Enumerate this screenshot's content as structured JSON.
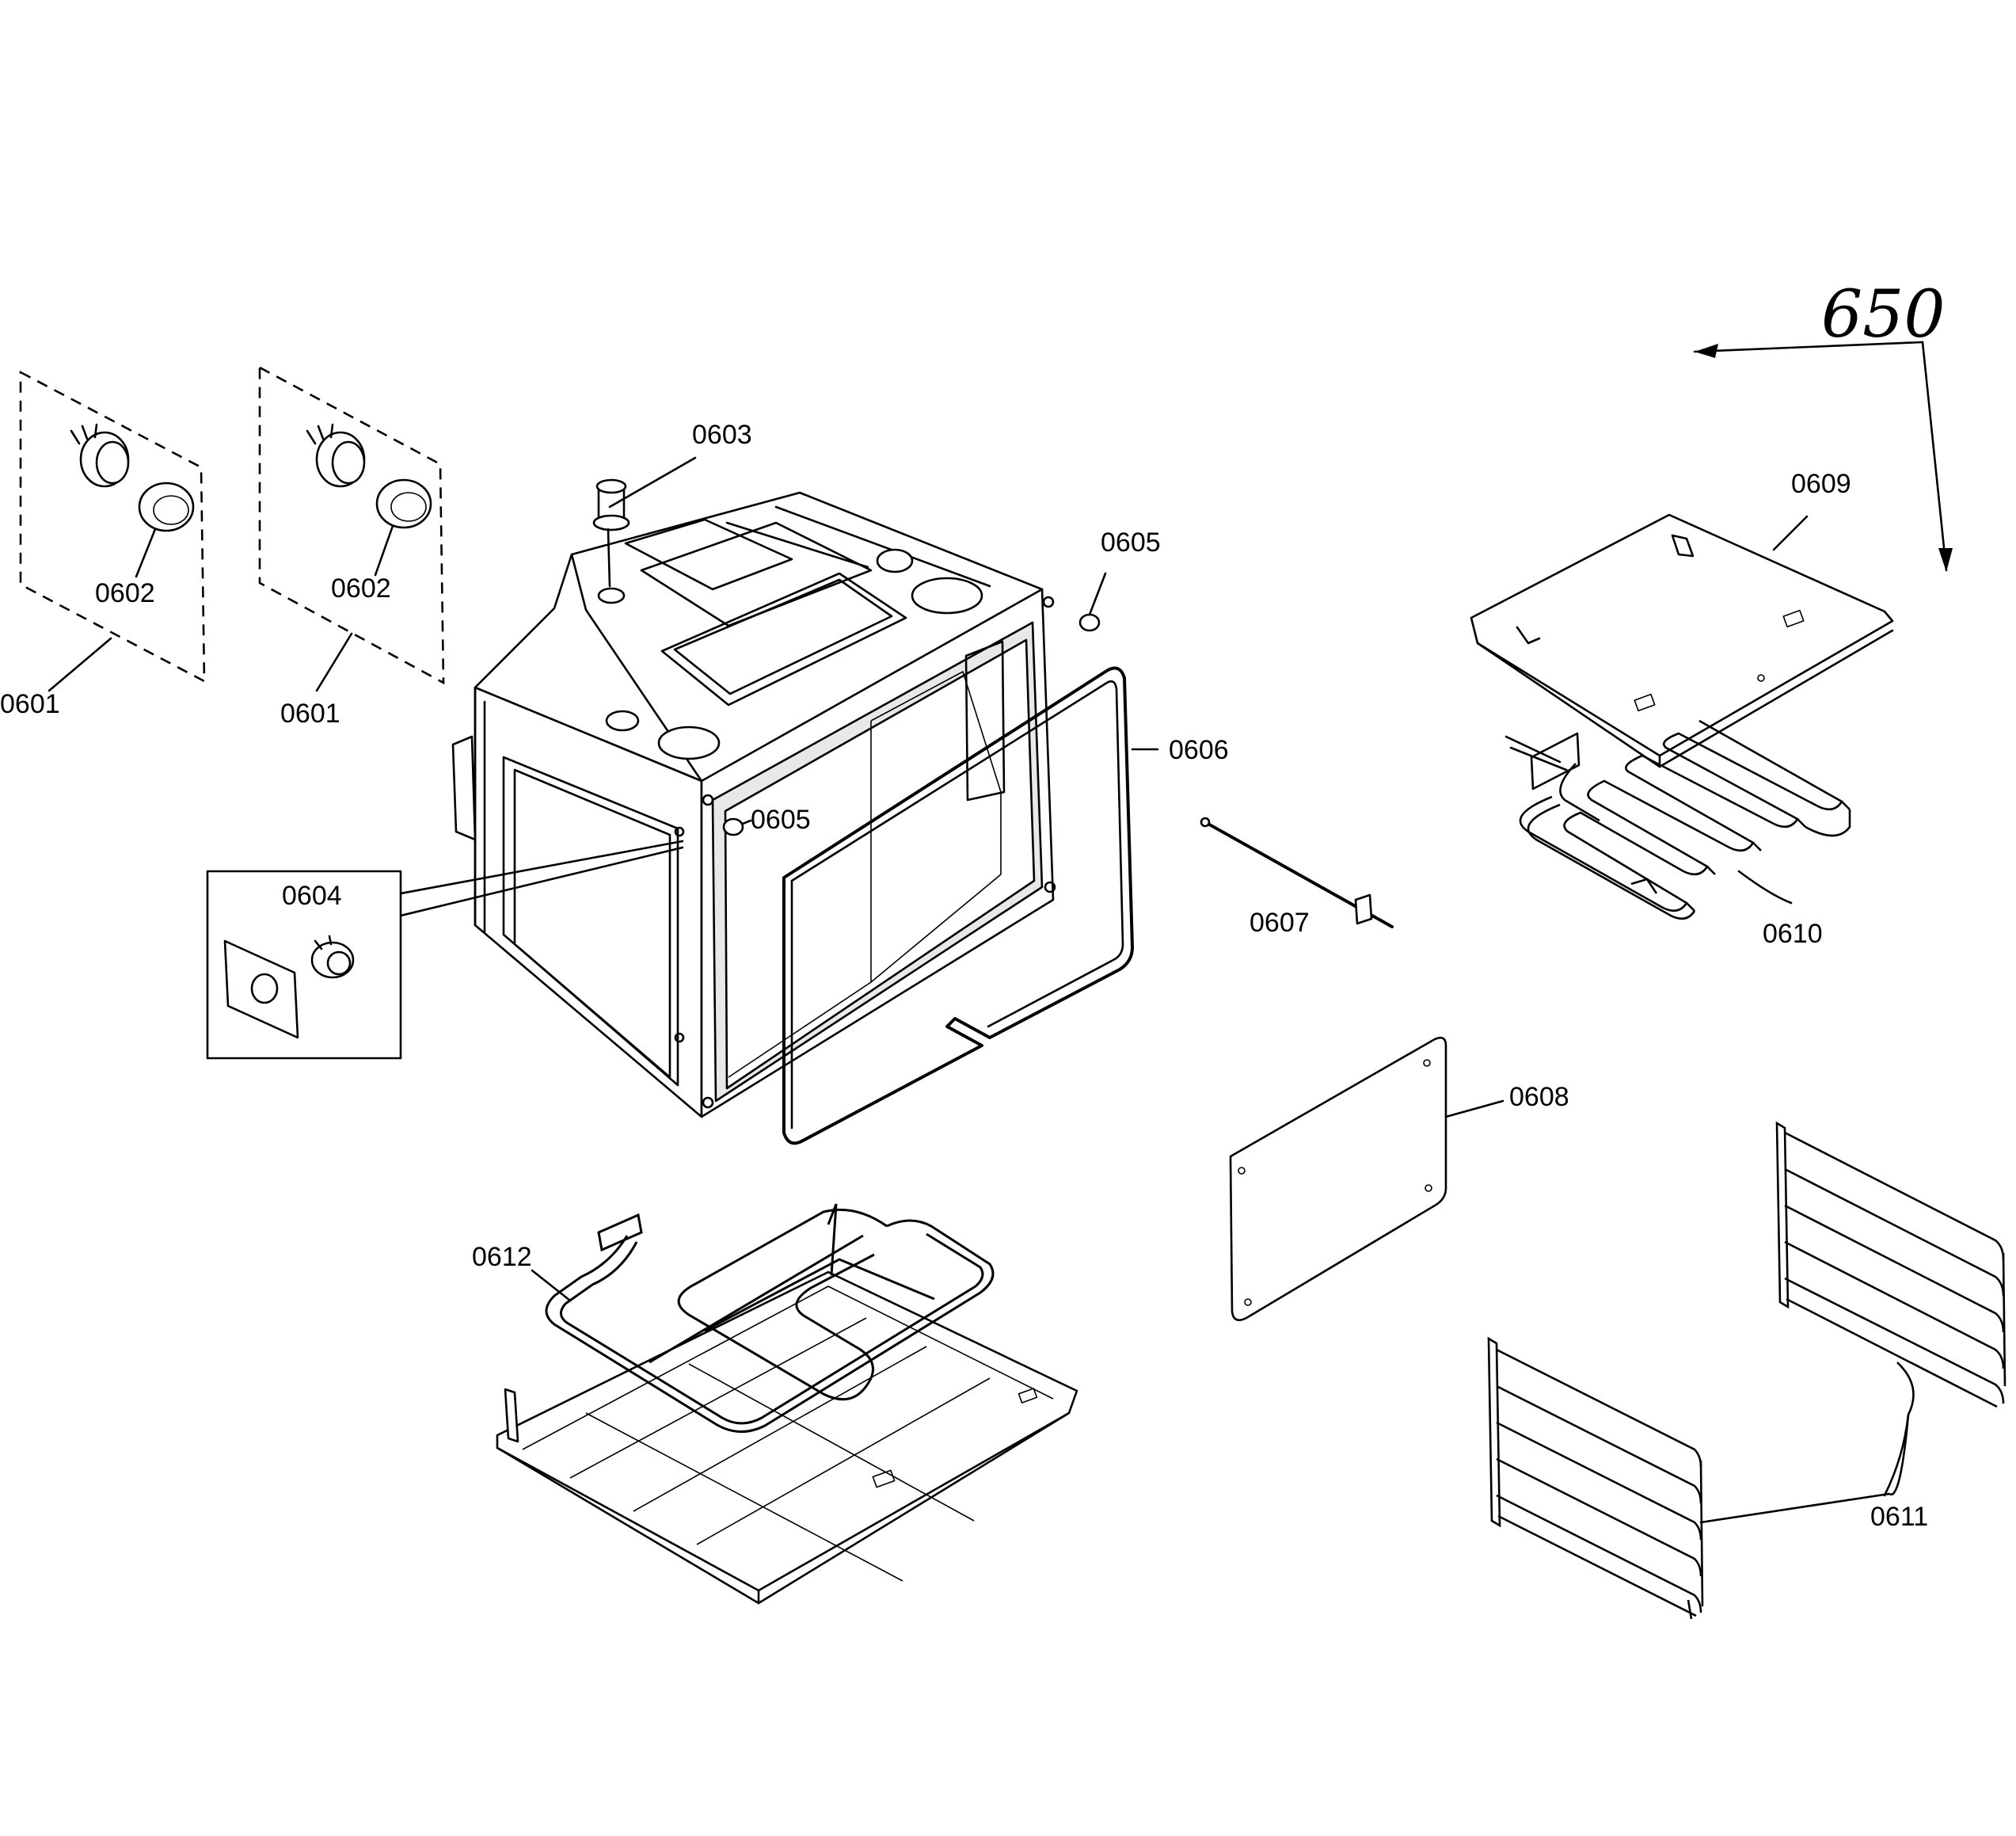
{
  "diagram": {
    "reference_number": "650",
    "labels": {
      "p0601_left": "0601",
      "p0601_right": "0601",
      "p0602_left": "0602",
      "p0602_right": "0602",
      "p0603": "0603",
      "p0604": "0604",
      "p0605_top": "0605",
      "p0605_front": "0605",
      "p0606": "0606",
      "p0607": "0607",
      "p0608": "0608",
      "p0609": "0609",
      "p0610": "0610",
      "p0611": "0611",
      "p0612": "0612"
    }
  }
}
